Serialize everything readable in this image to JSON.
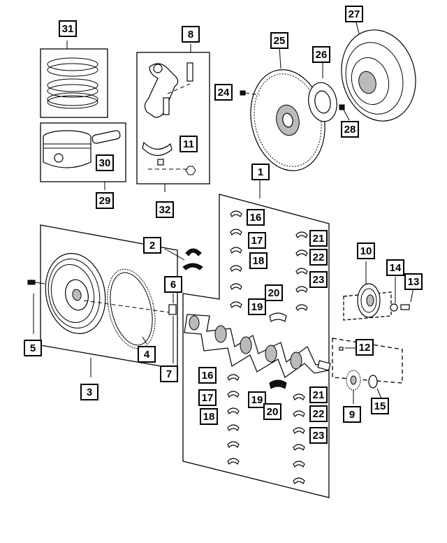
{
  "diagram": {
    "callouts": [
      {
        "id": "c1",
        "label": "1"
      },
      {
        "id": "c2",
        "label": "2"
      },
      {
        "id": "c3",
        "label": "3"
      },
      {
        "id": "c4",
        "label": "4"
      },
      {
        "id": "c5",
        "label": "5"
      },
      {
        "id": "c6",
        "label": "6"
      },
      {
        "id": "c7",
        "label": "7"
      },
      {
        "id": "c8",
        "label": "8"
      },
      {
        "id": "c9",
        "label": "9"
      },
      {
        "id": "c10",
        "label": "10"
      },
      {
        "id": "c11",
        "label": "11"
      },
      {
        "id": "c12",
        "label": "12"
      },
      {
        "id": "c13",
        "label": "13"
      },
      {
        "id": "c14",
        "label": "14"
      },
      {
        "id": "c15",
        "label": "15"
      },
      {
        "id": "c16a",
        "label": "16"
      },
      {
        "id": "c16b",
        "label": "16"
      },
      {
        "id": "c17a",
        "label": "17"
      },
      {
        "id": "c17b",
        "label": "17"
      },
      {
        "id": "c18a",
        "label": "18"
      },
      {
        "id": "c18b",
        "label": "18"
      },
      {
        "id": "c19a",
        "label": "19"
      },
      {
        "id": "c19b",
        "label": "19"
      },
      {
        "id": "c20a",
        "label": "20"
      },
      {
        "id": "c20b",
        "label": "20"
      },
      {
        "id": "c21a",
        "label": "21"
      },
      {
        "id": "c21b",
        "label": "21"
      },
      {
        "id": "c22a",
        "label": "22"
      },
      {
        "id": "c22b",
        "label": "22"
      },
      {
        "id": "c23a",
        "label": "23"
      },
      {
        "id": "c23b",
        "label": "23"
      },
      {
        "id": "c24",
        "label": "24"
      },
      {
        "id": "c25",
        "label": "25"
      },
      {
        "id": "c26",
        "label": "26"
      },
      {
        "id": "c27",
        "label": "27"
      },
      {
        "id": "c28",
        "label": "28"
      },
      {
        "id": "c29",
        "label": "29"
      },
      {
        "id": "c30",
        "label": "30"
      },
      {
        "id": "c31",
        "label": "31"
      },
      {
        "id": "c32",
        "label": "32"
      }
    ]
  }
}
